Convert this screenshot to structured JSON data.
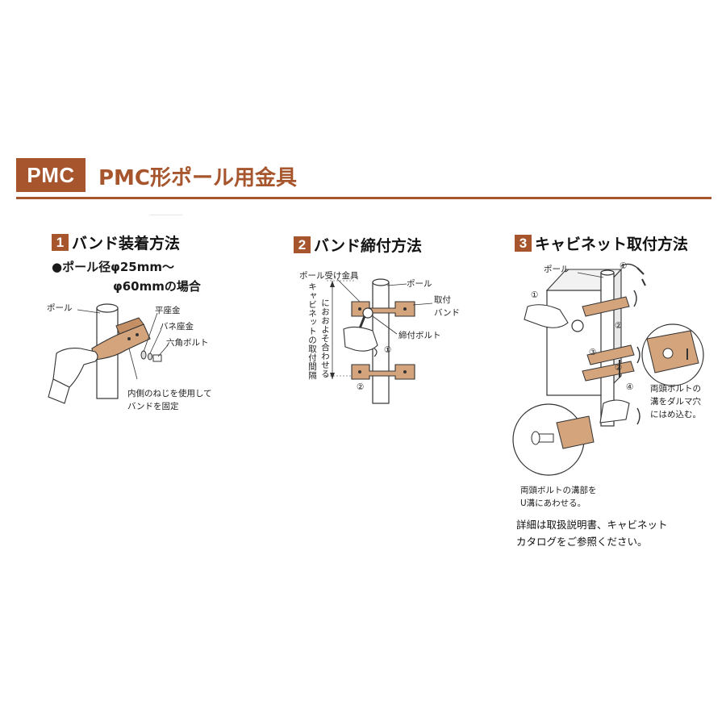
{
  "header": {
    "badge": "PMC",
    "title": "PMC形ポール用金具"
  },
  "colors": {
    "accent": "#a7552d",
    "band": "#d4a47c"
  },
  "section1": {
    "number": "1",
    "title": "バンド装着方法",
    "condition_line1": "●ポール径φ25mm～",
    "condition_line2": "φ60mmの場合",
    "labels": {
      "pole": "ポール",
      "flat_washer": "平座金",
      "spring_washer": "バネ座金",
      "hex_bolt": "六角ボルト",
      "note_line1": "内側のねじを使用して",
      "note_line2": "バンドを固定"
    }
  },
  "section2": {
    "number": "2",
    "title": "バンド締付方法",
    "labels": {
      "pole_bracket": "ポール受け金具",
      "pole": "ポール",
      "band_line1": "取付",
      "band_line2": "バンド",
      "tighten_bolt": "締付ボルト",
      "step1": "①",
      "step2": "②",
      "vertical_line1": "キャビネットの取付間隔",
      "vertical_line2": "におおよそ合わせる"
    }
  },
  "section3": {
    "number": "3",
    "title": "キャビネット取付方法",
    "labels": {
      "pole": "ポール",
      "step1": "①",
      "step2": "②",
      "step3": "③",
      "step4": "④",
      "step1b": "①",
      "step2b": "②",
      "groove_line1": "両頭ボルトの",
      "groove_line2": "溝をダルマ穴",
      "groove_line3": "にはめ込む。",
      "ugroove_line1": "両頭ボルトの溝部を",
      "ugroove_line2": "U溝にあわせる。",
      "detail_line1": "詳細は取扱説明書、キャビネット",
      "detail_line2": "カタログをご参照ください。"
    }
  }
}
